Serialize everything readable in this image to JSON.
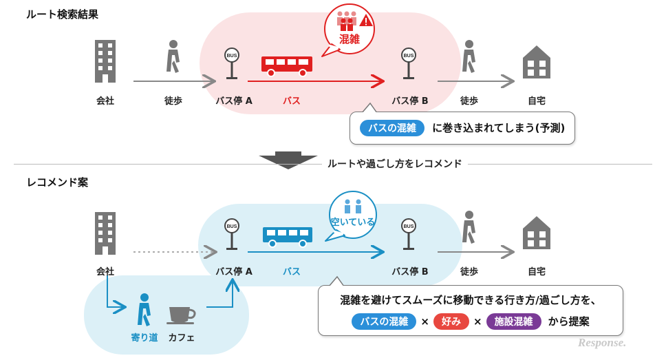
{
  "top": {
    "title": "ルート検索結果",
    "nodes": {
      "office": "会社",
      "walk1": "徒歩",
      "stop_a": "バス停 A",
      "bus": "バス",
      "stop_b": "バス停 B",
      "walk2": "徒歩",
      "home": "自宅"
    },
    "crowd_label": "混雑",
    "callout_pill": "バスの混雑",
    "callout_text": "に巻き込まれてしまう(予測)",
    "bus_sign": "BUS"
  },
  "arrow_label": "ルートや過ごし方をレコメンド",
  "bottom": {
    "title": "レコメンド案",
    "nodes": {
      "office": "会社",
      "stop_a": "バス停 A",
      "bus": "バス",
      "stop_b": "バス停 B",
      "walk2": "徒歩",
      "home": "自宅",
      "detour": "寄り道",
      "cafe": "カフェ"
    },
    "empty_label": "空いている",
    "callout_line1": "混雑を避けてスムーズに移動できる行き方/過ごし方を、",
    "pill1": "バスの混雑",
    "pill2": "好み",
    "pill3": "施設混雑",
    "times": "×",
    "suffix": "から提案",
    "bus_sign": "BUS"
  },
  "watermark": "Response.",
  "colors": {
    "red": "#e02020",
    "blue": "#1a8fc4",
    "gray": "#666666"
  }
}
